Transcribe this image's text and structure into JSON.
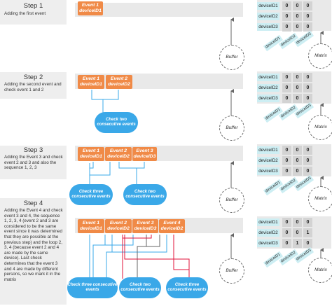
{
  "steps": [
    {
      "title": "Step 1",
      "desc": "Adding the first event"
    },
    {
      "title": "Step 2",
      "desc": "Adding the second event and check event 1 and 2"
    },
    {
      "title": "Step 3",
      "desc": "Adding the Event 3 and check event 2 and 3 and also the sequence 1, 2, 3"
    },
    {
      "title": "Step 4",
      "desc": "Adding the Event 4 and check event 3 and 4, the sequence 1, 2, 3, 4 (event 2 and 3 are considered to be the same event since it was determined that they are possible at the previous step) and the loop 2, 3, 4 (because event 2 and 4 are made by the same device). Last check determines that the event 3 and 4 are made by different persons, so we mark it in the matrix"
    }
  ],
  "event_line1": [
    "Event 1",
    "Event 2",
    "Event 3",
    "Event 4"
  ],
  "event_line2": [
    "deviceID1",
    "deviceID2",
    "deviceID3",
    "deviceID2"
  ],
  "checks": {
    "two": "Check two consecutive events",
    "three": "Check three consecutive events"
  },
  "buffer_label": "Buffer",
  "matrix_label": "Matrix",
  "row_labels": [
    "deviceID1",
    "deviceID2",
    "deviceID3"
  ],
  "matrices": [
    [
      [
        "0",
        "0",
        "0"
      ],
      [
        "0",
        "0",
        "0"
      ],
      [
        "0",
        "0",
        "0"
      ]
    ],
    [
      [
        "0",
        "0",
        "0"
      ],
      [
        "0",
        "0",
        "0"
      ],
      [
        "0",
        "0",
        "0"
      ]
    ],
    [
      [
        "0",
        "0",
        "0"
      ],
      [
        "0",
        "0",
        "0"
      ],
      [
        "0",
        "0",
        "0"
      ]
    ],
    [
      [
        "0",
        "0",
        "0"
      ],
      [
        "0",
        "0",
        "1"
      ],
      [
        "0",
        "1",
        "0"
      ]
    ]
  ],
  "colors": {
    "event": "#f08a47",
    "check": "#3aa8e8",
    "arrow_blue": "#3aa8e8",
    "arrow_red": "#e0103a",
    "arrow_gray": "#666666"
  }
}
